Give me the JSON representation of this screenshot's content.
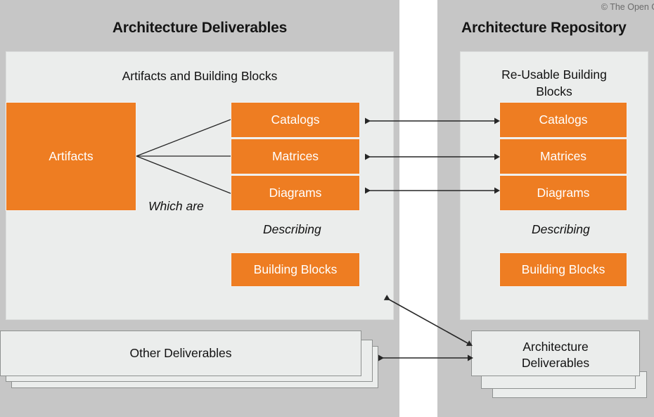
{
  "copyright": "© The Open G",
  "left_panel": {
    "title": "Architecture Deliverables",
    "inner_title": "Artifacts and Building Blocks",
    "artifacts_label": "Artifacts",
    "stack": [
      {
        "label": "Catalogs"
      },
      {
        "label": "Matrices"
      },
      {
        "label": "Diagrams"
      }
    ],
    "which_are_note": "Which are",
    "describing_note": "Describing",
    "building_blocks_label": "Building Blocks",
    "other_deliverables_label": "Other Deliverables"
  },
  "right_panel": {
    "title": "Architecture Repository",
    "inner_title_line1": "Re-Usable Building",
    "inner_title_line2": "Blocks",
    "stack": [
      {
        "label": "Catalogs"
      },
      {
        "label": "Matrices"
      },
      {
        "label": "Diagrams"
      }
    ],
    "describing_note": "Describing",
    "building_blocks_label": "Building Blocks",
    "architecture_deliverables_line1": "Architecture",
    "architecture_deliverables_line2": "Deliverables"
  },
  "colors": {
    "orange": "#ee7d22",
    "panel_gray": "#c6c6c6",
    "inner_gray": "#ebedec",
    "card_border": "#8e9190",
    "text": "#111111",
    "arrow": "#262626",
    "copyright_text": "#6c6c6c"
  },
  "connectors": {
    "cross_arrows": [
      {
        "name": "catalogs-link",
        "from": "left-catalogs",
        "to": "right-catalogs",
        "style": "double-headed"
      },
      {
        "name": "matrices-link",
        "from": "left-matrices",
        "to": "right-matrices",
        "style": "double-headed"
      },
      {
        "name": "diagrams-link",
        "from": "left-diagrams",
        "to": "right-diagrams",
        "style": "double-headed"
      },
      {
        "name": "deliverables-diagonal-link",
        "from": "left-inner-panel",
        "to": "architecture-deliverables",
        "style": "double-headed"
      },
      {
        "name": "deliverables-horizontal-link",
        "from": "other-deliverables",
        "to": "architecture-deliverables",
        "style": "double-headed"
      }
    ],
    "artifact_links": [
      {
        "name": "artifacts-to-catalogs",
        "style": "plain-line"
      },
      {
        "name": "artifacts-to-matrices",
        "style": "plain-line"
      },
      {
        "name": "artifacts-to-diagrams",
        "style": "plain-line"
      }
    ]
  }
}
